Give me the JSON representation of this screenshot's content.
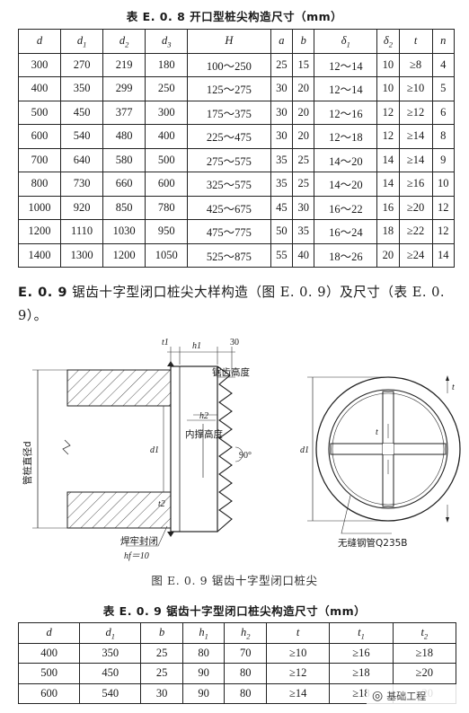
{
  "table_e08": {
    "title": "表 E. 0. 8   开口型桩尖构造尺寸（mm）",
    "header": [
      "d",
      "d1",
      "d2",
      "d3",
      "H",
      "a",
      "b",
      "δ1",
      "δ2",
      "t",
      "n"
    ],
    "rows": [
      [
        "300",
        "270",
        "219",
        "180",
        "100～250",
        "25",
        "15",
        "12～14",
        "10",
        "≥8",
        "4"
      ],
      [
        "400",
        "350",
        "299",
        "250",
        "125～275",
        "30",
        "20",
        "12～14",
        "10",
        "≥10",
        "5"
      ],
      [
        "500",
        "450",
        "377",
        "300",
        "175～375",
        "30",
        "20",
        "12～16",
        "12",
        "≥12",
        "6"
      ],
      [
        "600",
        "540",
        "480",
        "400",
        "225～475",
        "30",
        "20",
        "12～18",
        "12",
        "≥14",
        "8"
      ],
      [
        "700",
        "640",
        "580",
        "500",
        "275～575",
        "35",
        "25",
        "14～20",
        "14",
        "≥14",
        "9"
      ],
      [
        "800",
        "730",
        "660",
        "600",
        "325～575",
        "35",
        "25",
        "14～20",
        "14",
        "≥16",
        "10"
      ],
      [
        "1000",
        "920",
        "850",
        "780",
        "425～675",
        "45",
        "30",
        "16～22",
        "16",
        "≥20",
        "12"
      ],
      [
        "1200",
        "1110",
        "1030",
        "950",
        "475～775",
        "50",
        "35",
        "16～24",
        "18",
        "≥22",
        "12"
      ],
      [
        "1400",
        "1300",
        "1200",
        "1050",
        "525～875",
        "55",
        "40",
        "18～26",
        "20",
        "≥24",
        "14"
      ]
    ]
  },
  "section": {
    "number": "E. 0. 9",
    "text": "锯齿十字型闭口桩尖大样构造（图 E. 0. 9）及尺寸（表 E. 0. 9）。"
  },
  "figure": {
    "labels": {
      "t1": "t1",
      "h1": "h1",
      "dim30": "30",
      "sawtooth": "锯齿高度",
      "h2": "h2",
      "brace_height": "内撑高度",
      "d1": "d1",
      "angle": "90°",
      "pile_dia": "管桩直径d",
      "weld_seal": "焊牢封闭",
      "hf": "hf＝10",
      "t2": "t2",
      "seamless": "无缝钢管Q235B",
      "d1_right": "d1",
      "t_left": "t",
      "t_right": "t"
    },
    "caption": "图 E. 0. 9   锯齿十字型闭口桩尖"
  },
  "table_e09": {
    "title": "表 E. 0. 9   锯齿十字型闭口桩尖构造尺寸（mm）",
    "header": [
      "d",
      "d1",
      "b",
      "h1",
      "h2",
      "t",
      "t1",
      "t2"
    ],
    "rows": [
      [
        "400",
        "350",
        "25",
        "80",
        "70",
        "≥10",
        "≥16",
        "≥18"
      ],
      [
        "500",
        "450",
        "25",
        "90",
        "80",
        "≥12",
        "≥18",
        "≥20"
      ],
      [
        "600",
        "540",
        "30",
        "90",
        "80",
        "≥14",
        "≥18",
        "≥20"
      ]
    ]
  },
  "watermark": {
    "icon": "wechat-icon",
    "text": "基础工程"
  }
}
